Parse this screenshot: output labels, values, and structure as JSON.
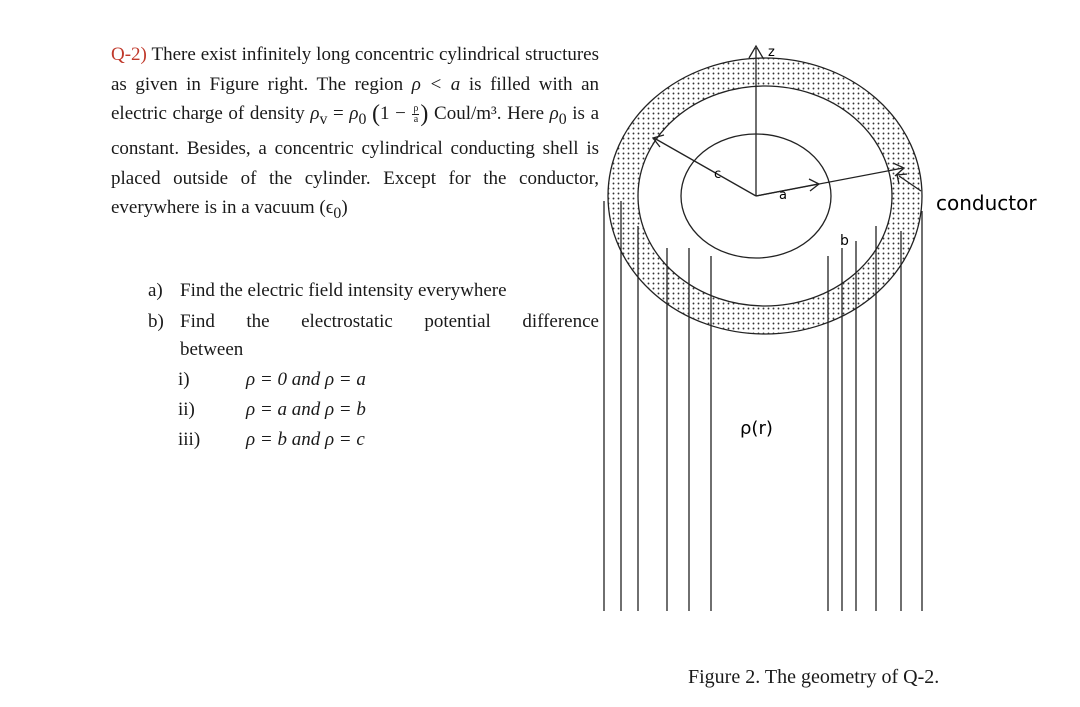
{
  "question": {
    "number": "Q-2)",
    "line1": " There exist infinitely long concentric cylindrical structures as given in Figure right. The region ",
    "region": "ρ < a",
    "line2": " is filled with an electric charge of density ",
    "density_symbol": "ρ",
    "density_sub": "v",
    "density_eq": " = ",
    "rho0": "ρ",
    "rho0_sub": "0",
    "paren_open": "(",
    "one_minus": "1 −",
    "frac_num": "ρ",
    "frac_den": "a",
    "paren_close": ")",
    "units": " Coul/m³. Here ",
    "rho0b": "ρ",
    "rho0b_sub": "0",
    "line3": " is a constant. Besides, a concentric cylindrical conducting shell is placed outside of the cylinder. Except for the conductor, everywhere is in a vacuum ",
    "vacuum": "(ϵ",
    "vacuum_sub": "0",
    "vacuum_close": ")"
  },
  "parts": [
    {
      "label": "a)",
      "text": "Find the electric field intensity everywhere"
    },
    {
      "label": "b)",
      "text": "Find the electrostatic potential difference"
    }
  ],
  "continuation": "between",
  "subparts": [
    {
      "label": "i)",
      "expr": "ρ = 0 and ρ = a"
    },
    {
      "label": "ii)",
      "expr": "ρ = a and ρ = b"
    },
    {
      "label": "iii)",
      "expr": "ρ = b and ρ = c"
    }
  ],
  "figure": {
    "z_label": "z",
    "c_label": "c",
    "a_label": "a",
    "b_label": "b",
    "conductor_label": "conductor",
    "rho_label": "ρ(r)"
  },
  "caption": "Figure 2. The geometry of Q-2."
}
